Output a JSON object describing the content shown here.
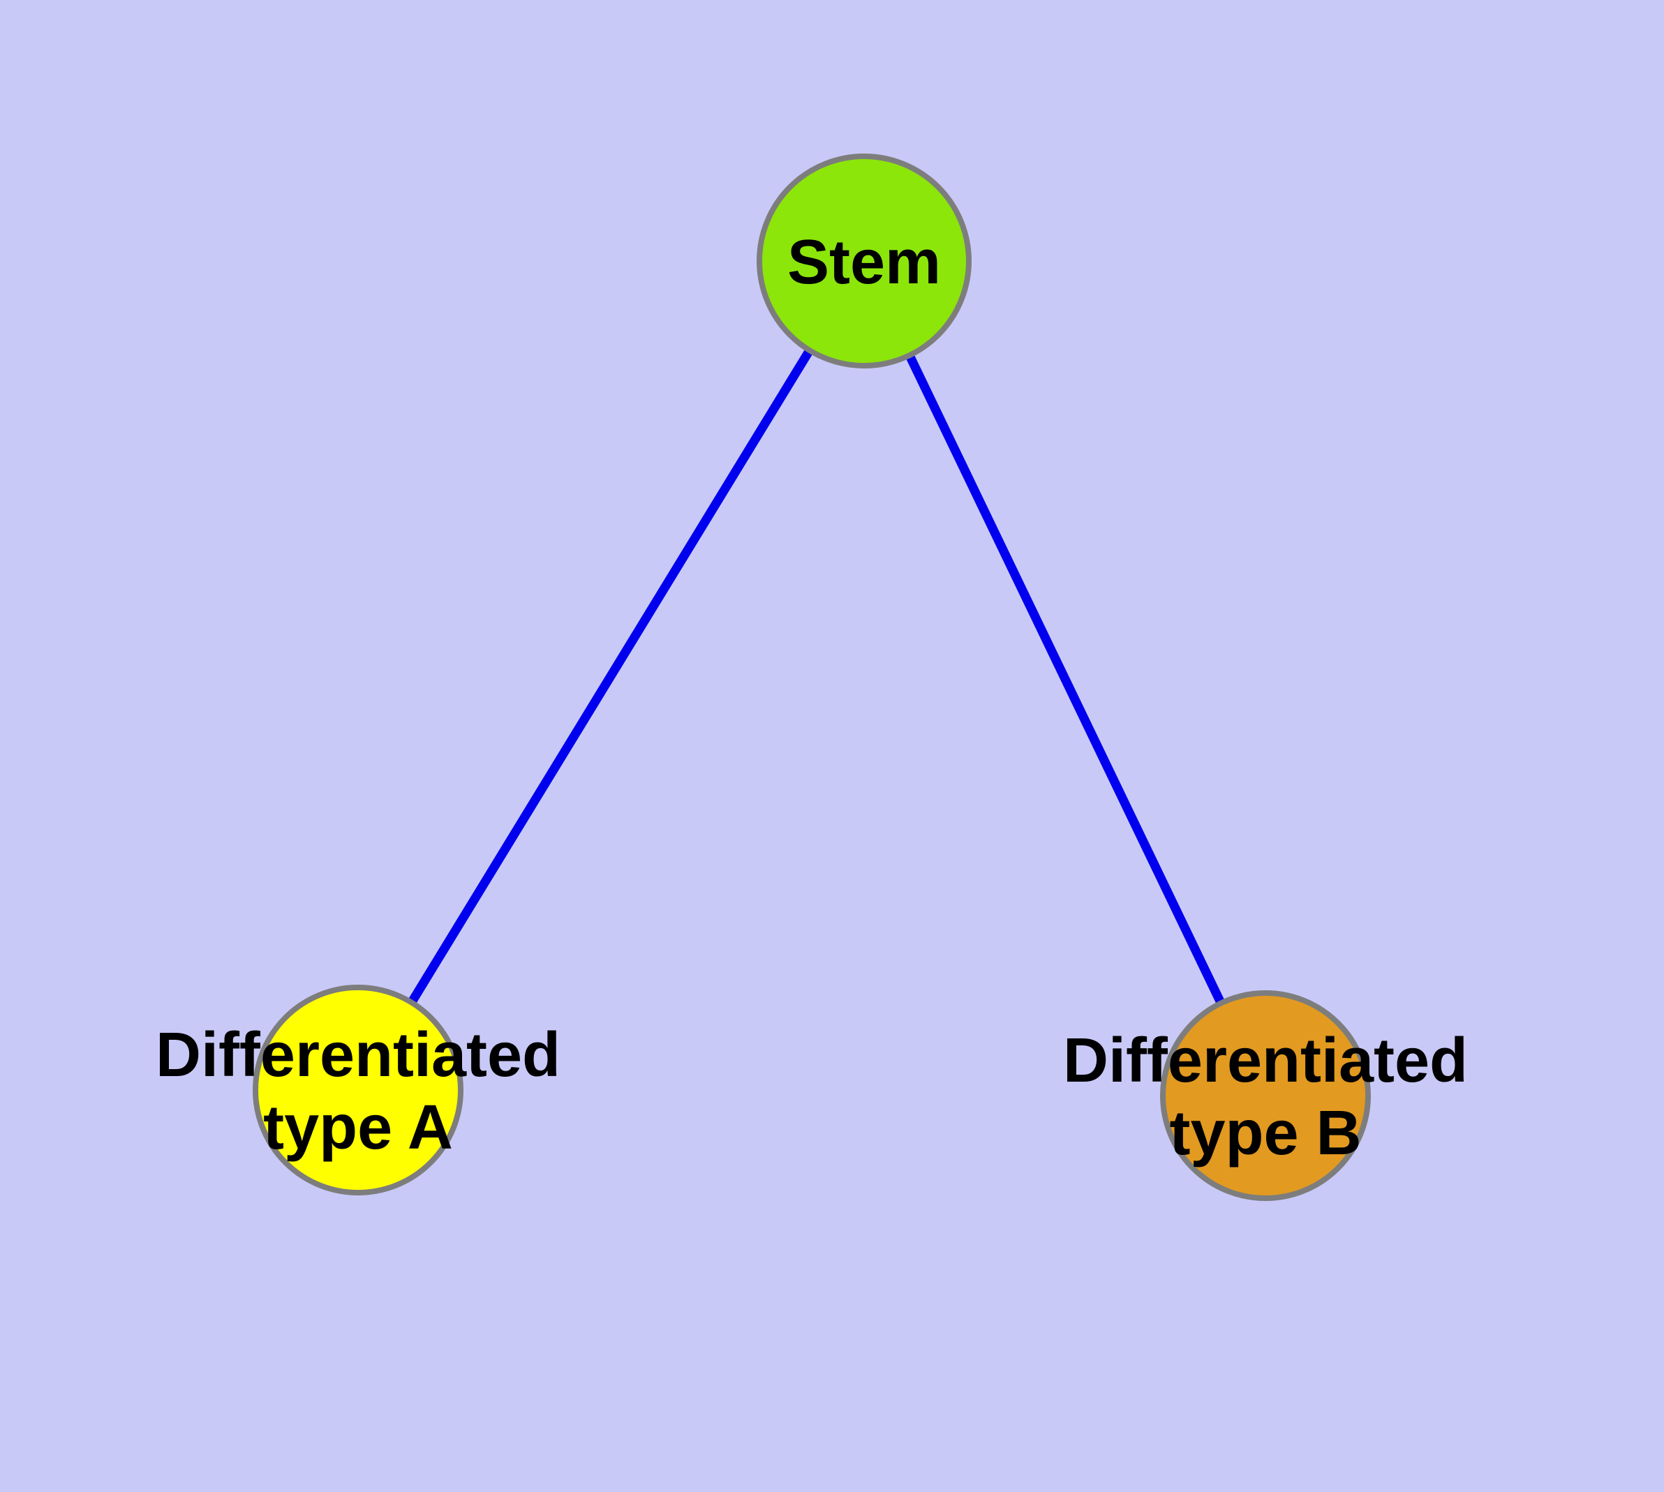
{
  "diagram": {
    "type": "node-link-graph",
    "background_color": "#c9c9f8",
    "edge_color": "#0000ee",
    "node_border_color": "#7d7d7d",
    "label_color": "#000000",
    "nodes": [
      {
        "id": "stem",
        "label": "Stem",
        "fill": "#8ce60a",
        "shape": "circle"
      },
      {
        "id": "differentiated-type-a",
        "label_line1": "Differentiated",
        "label_line2": "type A",
        "fill": "#ffff00",
        "shape": "circle"
      },
      {
        "id": "differentiated-type-b",
        "label_line1": "Differentiated",
        "label_line2": "type B",
        "fill": "#e29a20",
        "shape": "circle"
      }
    ],
    "edges": [
      {
        "from": "stem",
        "to": "differentiated-type-a"
      },
      {
        "from": "stem",
        "to": "differentiated-type-b"
      }
    ]
  }
}
